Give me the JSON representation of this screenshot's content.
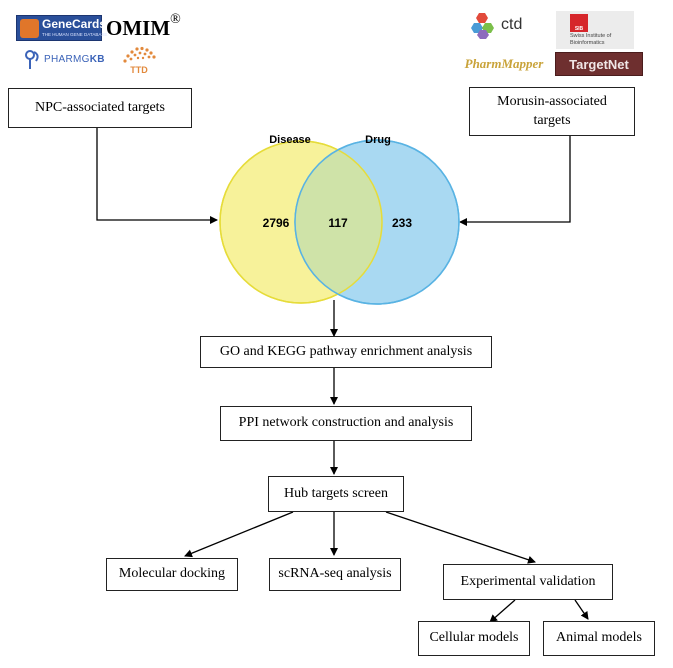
{
  "logos": {
    "genecards": {
      "name": "GeneCards",
      "tagline": "THE HUMAN GENE DATABASE"
    },
    "omim": {
      "name": "OMIM",
      "mark": "®"
    },
    "pharmgkb": {
      "part1": "PHARMG",
      "part2": "KB"
    },
    "ttd": {
      "name": "TTD"
    },
    "ctd": {
      "name": "ctd"
    },
    "sib": {
      "badge": "SIB",
      "line1": "Swiss Institute of",
      "line2": "Bioinformatics"
    },
    "pharmmapper": {
      "name": "PharmMapper"
    },
    "targetnet": {
      "name": "TargetNet"
    }
  },
  "boxes": {
    "npc": "NPC-associated targets",
    "morusin_line1": "Morusin-associated",
    "morusin_line2": "targets",
    "enrichment": "GO and KEGG pathway enrichment analysis",
    "ppi": "PPI network construction and analysis",
    "hub": "Hub targets screen",
    "docking": "Molecular docking",
    "scrna": "scRNA-seq analysis",
    "experimental": "Experimental validation",
    "cellular": "Cellular models",
    "animal": "Animal models"
  },
  "venn": {
    "left_label": "Disease",
    "right_label": "Drug",
    "left_only": "2796",
    "overlap": "117",
    "right_only": "233",
    "colors": {
      "left": "#f7f29a",
      "right": "#a9d9f2",
      "overlap": "#cfe3a8",
      "left_stroke": "#e6dc3a",
      "right_stroke": "#59b3e3"
    }
  }
}
